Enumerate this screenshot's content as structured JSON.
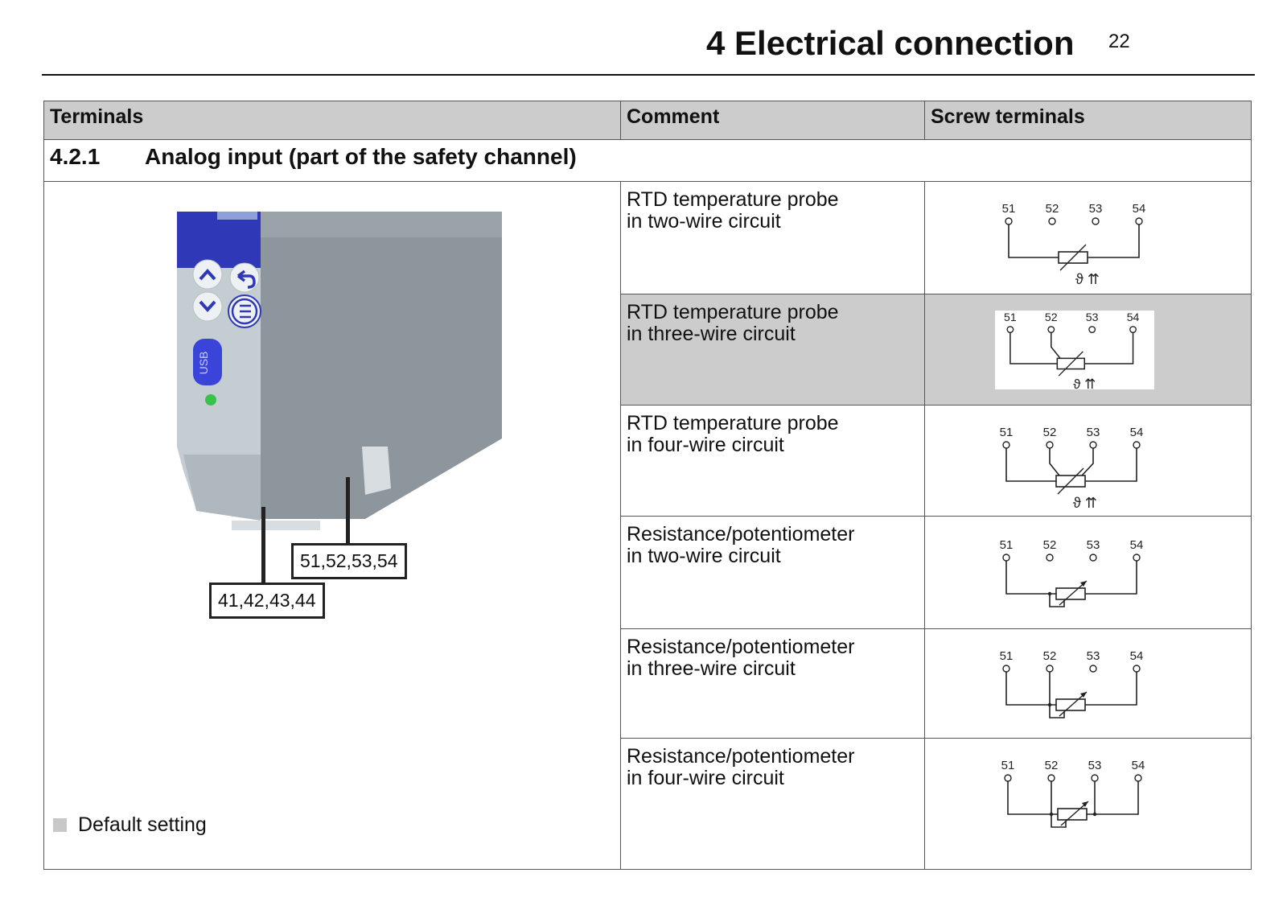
{
  "header": {
    "title": "4 Electrical connection",
    "page_number": "22"
  },
  "table": {
    "col_headers": [
      "Terminals",
      "Comment",
      "Screw terminals"
    ],
    "section_number": "4.2.1",
    "section_title": "Analog input (part of the safety channel)",
    "callouts": {
      "upper": "51,52,53,54",
      "lower": "41,42,43,44"
    },
    "legend": "Default setting",
    "rows": [
      {
        "comment_line1": "RTD temperature probe",
        "comment_line2": "in two-wire circuit"
      },
      {
        "comment_line1": "RTD temperature probe",
        "comment_line2": "in three-wire circuit"
      },
      {
        "comment_line1": "RTD temperature probe",
        "comment_line2": "in four-wire circuit"
      },
      {
        "comment_line1": "Resistance/potentiometer",
        "comment_line2": "in two-wire circuit"
      },
      {
        "comment_line1": "Resistance/potentiometer",
        "comment_line2": "in three-wire circuit"
      },
      {
        "comment_line1": "Resistance/potentiometer",
        "comment_line2": "in four-wire circuit"
      }
    ],
    "terminal_labels": [
      "51",
      "52",
      "53",
      "54"
    ],
    "rtd_symbol": "ϑ ⇈"
  },
  "colors": {
    "header_bg": "#cccccc",
    "default_setting_bg": "#cccccc",
    "device_body": "#8c969c",
    "device_front": "#c4cdd2",
    "device_display": "#2f39b8"
  }
}
